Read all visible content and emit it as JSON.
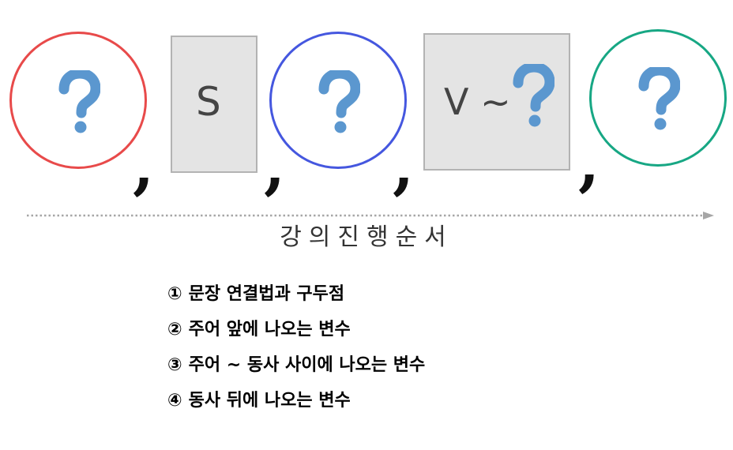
{
  "diagram": {
    "slots": [
      {
        "kind": "circle",
        "border_color": "#e84a4a",
        "content_icon": "question-mark-icon"
      },
      {
        "kind": "box",
        "text": "S"
      },
      {
        "kind": "circle",
        "border_color": "#4557df",
        "content_icon": "question-mark-icon"
      },
      {
        "kind": "box",
        "text": "V ~",
        "content_icon": "question-mark-icon"
      },
      {
        "kind": "circle",
        "border_color": "#17a784",
        "content_icon": "question-mark-icon"
      }
    ],
    "separator": ",",
    "question_mark_color": "#5b97cf",
    "arrow_icon": "dotted-arrow-icon"
  },
  "caption": "강의진행순서",
  "steps": [
    {
      "number": "①",
      "text": "문장 연결법과 구두점"
    },
    {
      "number": "②",
      "text": "주어 앞에 나오는 변수"
    },
    {
      "number": "③",
      "text": "주어 ~ 동사 사이에 나오는 변수"
    },
    {
      "number": "④",
      "text": "동사 뒤에 나오는 변수"
    }
  ]
}
